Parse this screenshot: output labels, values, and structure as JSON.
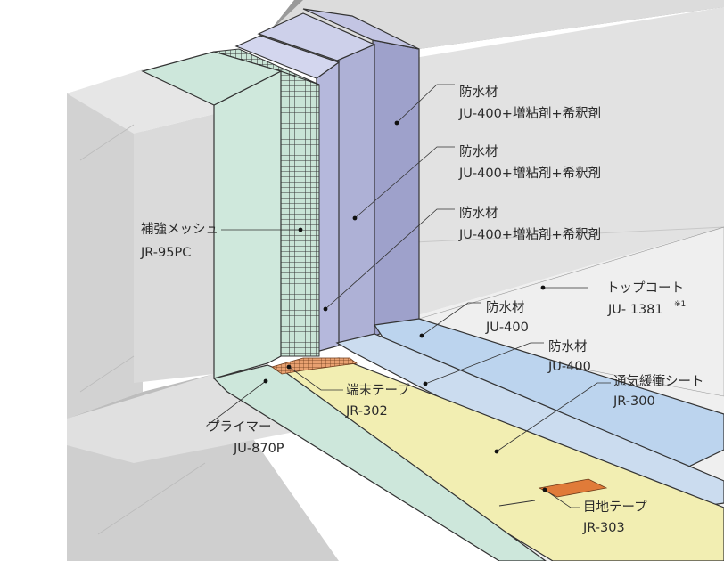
{
  "labels": {
    "waterproof_1": {
      "name": "防水材",
      "code": "JU-400+増粘剤+希釈剤"
    },
    "waterproof_2": {
      "name": "防水材",
      "code": "JU-400+増粘剤+希釈剤"
    },
    "waterproof_3": {
      "name": "防水材",
      "code": "JU-400+増粘剤+希釈剤"
    },
    "mesh": {
      "name": "補強メッシュ",
      "code": "JR-95PC"
    },
    "topcoat": {
      "name": "トップコート",
      "code": "JU- 1381",
      "note": "※1"
    },
    "waterproof_4": {
      "name": "防水材",
      "code": "JU-400"
    },
    "waterproof_5": {
      "name": "防水材",
      "code": "JU-400"
    },
    "vent_sheet": {
      "name": "通気緩衝シート",
      "code": "JR-300"
    },
    "end_tape": {
      "name": "端末テープ",
      "code": "JR-302"
    },
    "primer": {
      "name": "プライマー",
      "code": "JU-870P"
    },
    "joint_tape": {
      "name": "目地テープ",
      "code": "JR-303"
    }
  },
  "colors": {
    "concrete": "#d6d6d6",
    "concrete_top": "#e8e8e8",
    "concrete_dark": "#b5b5b5",
    "primer": "#cfe8dc",
    "mesh": "#c9e4d6",
    "waterproof_purple": "#9b9ec8",
    "waterproof_purple_light": "#b8bbdc",
    "waterproof_blue": "#bcd4ee",
    "vent_sheet": "#f2eeb0",
    "tape_orange": "#e07b39",
    "topcoat_floor": "#ececec"
  }
}
